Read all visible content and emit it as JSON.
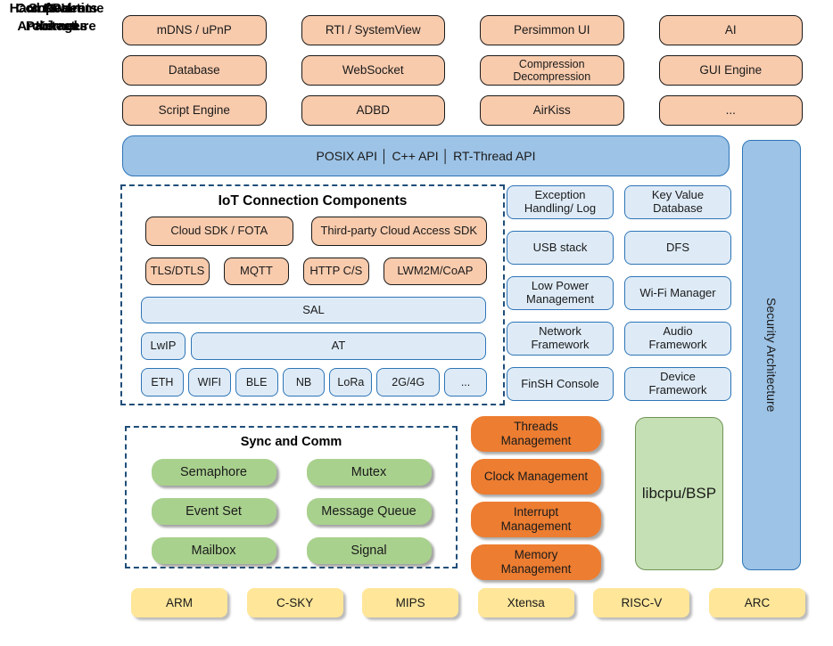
{
  "side_labels": {
    "software": "Software\nPackages",
    "components": "Components",
    "kernel": "Hard Real-time\nKernel",
    "cpu": "CPU\nArchitecture"
  },
  "software_packages": {
    "items": [
      "mDNS / uPnP",
      "RTI / SystemView",
      "Persimmon UI",
      "AI",
      "Database",
      "WebSocket",
      "Compression\nDecompression",
      "GUI Engine",
      "Script Engine",
      "ADBD",
      "AirKiss",
      "..."
    ]
  },
  "api_bar": {
    "label": "POSIX API │ C++ API │ RT-Thread API"
  },
  "security": {
    "label": "Security Architecture"
  },
  "iot": {
    "title": "IoT Connection Components",
    "cloud_sdk": "Cloud SDK / FOTA",
    "third_party": "Third-party Cloud Access SDK",
    "protocols": [
      "TLS/DTLS",
      "MQTT",
      "HTTP C/S",
      "LWM2M/CoAP"
    ],
    "sal": "SAL",
    "lwip": "LwIP",
    "at": "AT",
    "links": [
      "ETH",
      "WIFI",
      "BLE",
      "NB",
      "LoRa",
      "2G/4G",
      "..."
    ]
  },
  "components_right": {
    "items": [
      "Exception\nHandling/ Log",
      "Key Value\nDatabase",
      "USB stack",
      "DFS",
      "Low Power\nManagement",
      "Wi-Fi Manager",
      "Network\nFramework",
      "Audio\nFramework",
      "FinSH Console",
      "Device\nFramework"
    ]
  },
  "kernel": {
    "sync_title": "Sync and Comm",
    "sync_items": [
      "Semaphore",
      "Mutex",
      "Event Set",
      "Message Queue",
      "Mailbox",
      "Signal"
    ],
    "mgmt_items": [
      "Threads\nManagement",
      "Clock Management",
      "Interrupt\nManagement",
      "Memory\nManagement"
    ],
    "libcpu": "libcpu/BSP"
  },
  "cpu": {
    "items": [
      "ARM",
      "C-SKY",
      "MIPS",
      "Xtensa",
      "RISC-V",
      "ARC"
    ]
  },
  "colors": {
    "peach": "#F8CBAD",
    "blue": "#9DC3E6",
    "blue_border": "#2E75B6",
    "light_blue": "#DEEBF7",
    "dash_border": "#1F4E79",
    "green": "#A9D18E",
    "dark_orange": "#ED7D31",
    "light_green": "#C5E0B4",
    "yellow": "#FFE699"
  }
}
